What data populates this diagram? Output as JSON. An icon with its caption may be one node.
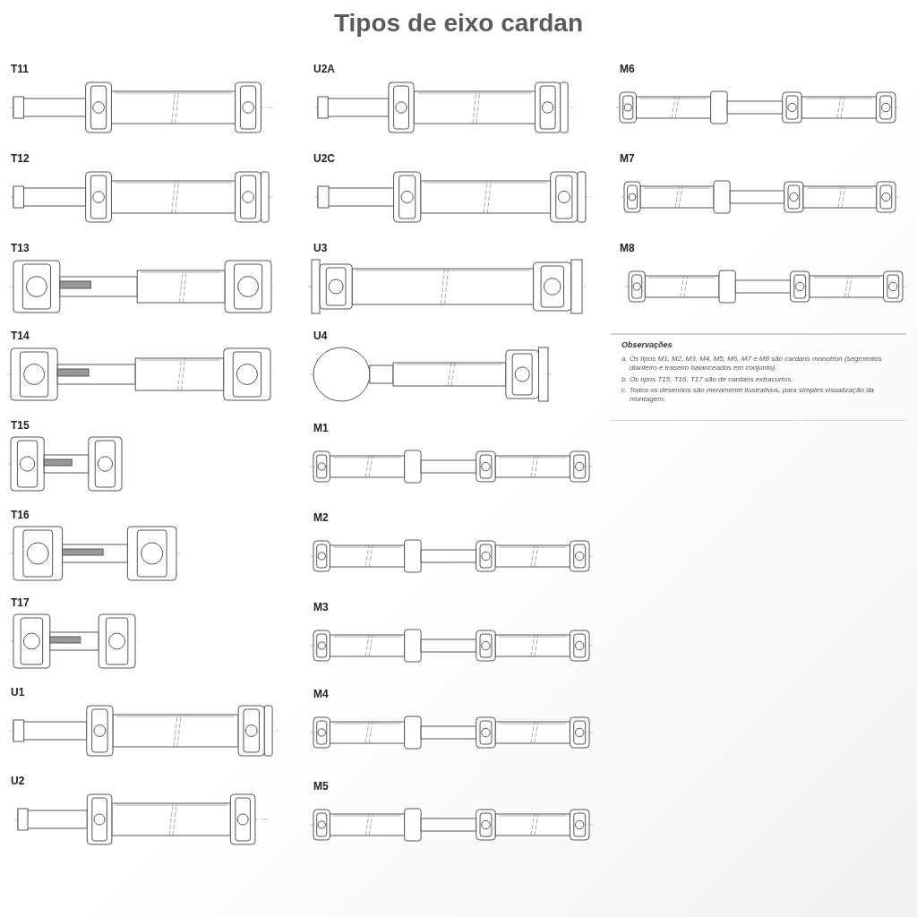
{
  "diagram": {
    "title": "Tipos de eixo cardan",
    "labels": [
      "T11",
      "U2A",
      "M6",
      "T12",
      "U2C",
      "M7",
      "T13",
      "U3",
      "M8",
      "T14",
      "U4",
      "Observações",
      "a. Os tipos M1, M2, M3, M4, M5, M6, M7 e M8 são cardans monotron (segmentos dianteiro e traseiro balanceados em conjunto).",
      "b. Os tipos T15, T16, T17 são de cardans extracurtos.",
      "c. Todos os desenhos são meramente ilustrativos, para simples visualização da montagem.",
      "T15",
      "M1",
      "T16",
      "M2",
      "T17",
      "M3",
      "U1",
      "M4",
      "U2",
      "M5"
    ]
  }
}
